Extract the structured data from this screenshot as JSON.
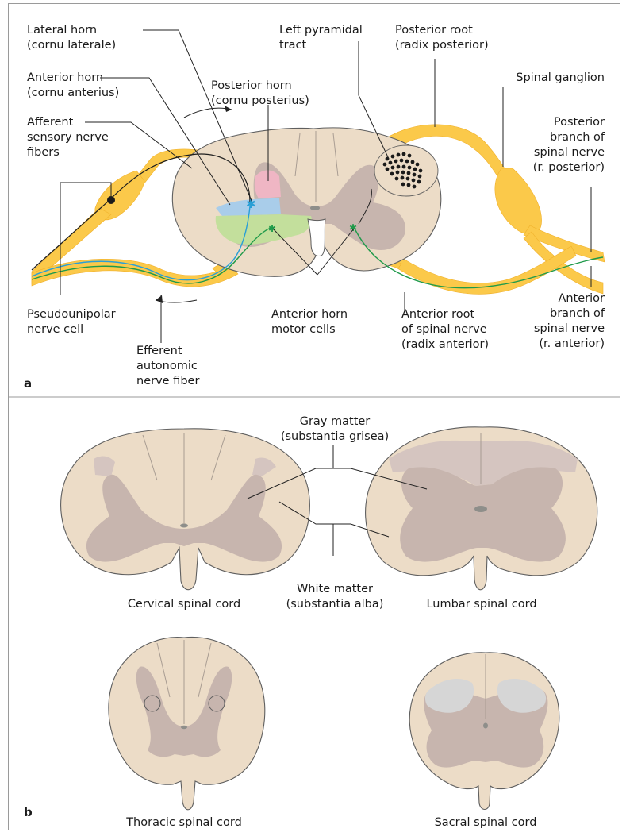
{
  "panels": {
    "a": "a",
    "b": "b"
  },
  "labels_a": {
    "lateral_horn_1": "Lateral horn",
    "lateral_horn_2": "(cornu laterale)",
    "anterior_horn_1": "Anterior horn",
    "anterior_horn_2": "(cornu anterius)",
    "afferent_1": "Afferent",
    "afferent_2": "sensory nerve",
    "afferent_3": "fibers",
    "pseudo_1": "Pseudounipolar",
    "pseudo_2": "nerve cell",
    "efferent_1": "Efferent",
    "efferent_2": "autonomic",
    "efferent_3": "nerve fiber",
    "posterior_horn_1": "Posterior horn",
    "posterior_horn_2": "(cornu posterius)",
    "pyramidal_1": "Left pyramidal",
    "pyramidal_2": "tract",
    "posterior_root_1": "Posterior root",
    "posterior_root_2": "(radix posterior)",
    "spinal_ganglion": "Spinal ganglion",
    "posterior_branch_1": "Posterior",
    "posterior_branch_2": "branch of",
    "posterior_branch_3": "spinal nerve",
    "posterior_branch_4": "(r. posterior)",
    "motor_cells_1": "Anterior horn",
    "motor_cells_2": "motor cells",
    "anterior_root_1": "Anterior root",
    "anterior_root_2": "of spinal nerve",
    "anterior_root_3": "(radix anterior)",
    "anterior_branch_1": "Anterior",
    "anterior_branch_2": "branch of",
    "anterior_branch_3": "spinal nerve",
    "anterior_branch_4": "(r. anterior)"
  },
  "labels_b": {
    "gray_matter_1": "Gray matter",
    "gray_matter_2": "(substantia grisea)",
    "white_matter_1": "White matter",
    "white_matter_2": "(substantia alba)",
    "cervical": "Cervical spinal cord",
    "lumbar": "Lumbar spinal cord",
    "thoracic": "Thoracic spinal cord",
    "sacral": "Sacral spinal cord"
  },
  "colors": {
    "nerve": "#fbc94a",
    "white_matter": "#ecdcc7",
    "gray_matter": "#c7b5ae",
    "posterior_horn": "#f2b8c6",
    "lateral_horn": "#a9cdea",
    "anterior_horn": "#c3df9c",
    "afferent_fiber": "#2a9fd6",
    "efferent_fiber": "#1f9a4a",
    "pyramidal_tract": "#1a1a1a"
  }
}
